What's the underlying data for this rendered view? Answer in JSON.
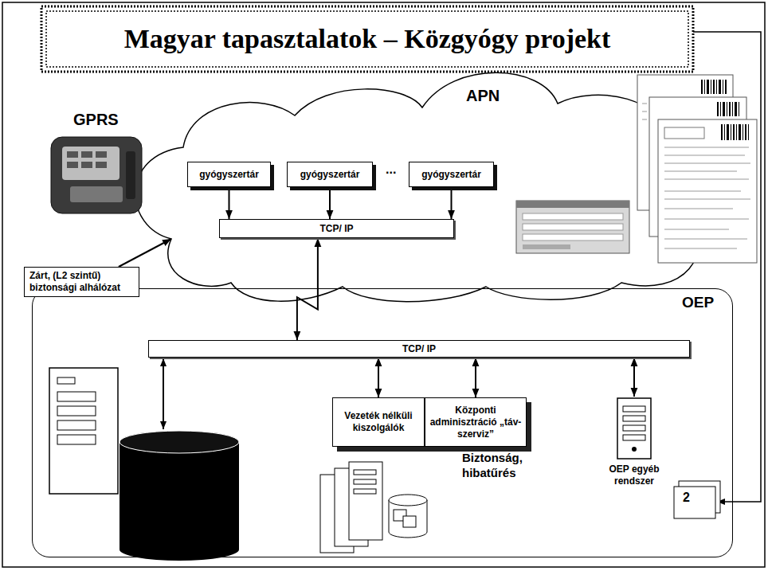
{
  "diagram": {
    "title": "Magyar tapasztalatok – Közgyógy projekt",
    "nodes": [
      {
        "text": [
          "APN"
        ]
      },
      {
        "text": [
          "gyógyszertár"
        ],
        "in": 0
      },
      {
        "text": [
          "gyógyszertár"
        ],
        "in": 0
      },
      {
        "text": [
          "gyógyszertár"
        ],
        "in": 0
      },
      {
        "text": [
          "TCP/ IP"
        ],
        "in": 0
      },
      {
        "text": [
          "Zárt, (L2 szintű) biztonsági alhálózat"
        ]
      },
      {
        "text": [
          "OEP"
        ]
      },
      {
        "text": [
          "TCP/ IP"
        ],
        "in": 6
      },
      {
        "text": [
          "Vezeték nélküli kiszolgálók"
        ],
        "in": 6
      },
      {
        "text": [
          "Központi adminisztráció „táv-szerviz”"
        ],
        "in": 6
      },
      {
        "text": [
          "OEP egyéb rendszer"
        ],
        "in": 6
      }
    ],
    "edges": [
      {
        "from": 1,
        "to": 4,
        "arrow": "to"
      },
      {
        "from": 2,
        "to": 4,
        "arrow": "to"
      },
      {
        "from": 3,
        "to": 4,
        "arrow": "to"
      },
      {
        "from": 4,
        "to": 7,
        "arrow": "both"
      },
      {
        "from": 7,
        "to": 8,
        "arrow": "both"
      },
      {
        "from": 7,
        "to": 9,
        "arrow": "both"
      },
      {
        "from": 7,
        "to": 10,
        "arrow": "both"
      },
      {
        "from": 5,
        "to": 0,
        "arrow": "to"
      }
    ],
    "labels": [
      "GPRS",
      "...",
      "Biztonság, hibatűrés",
      "2"
    ]
  }
}
